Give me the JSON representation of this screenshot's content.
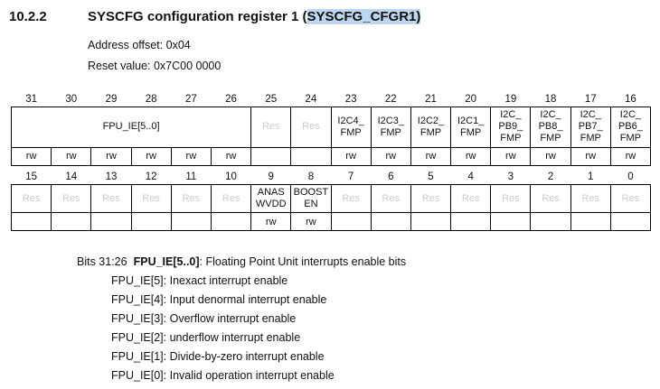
{
  "page": {
    "section_number": "10.2.2",
    "title_prefix": "SYSCFG configuration register 1 (",
    "title_highlighted": "SYSCFG_CFGR1)",
    "address_offset": "Address offset: 0x04",
    "reset_value": "Reset value: 0x7C00 0000"
  },
  "colors": {
    "highlight_background": "#bed7f0",
    "reserved_text": "#cccccc",
    "table_border": "#000000",
    "text": "#111111"
  },
  "register_tables": [
    {
      "name": "bits-31-16",
      "bits": [
        "31",
        "30",
        "29",
        "28",
        "27",
        "26",
        "25",
        "24",
        "23",
        "22",
        "21",
        "20",
        "19",
        "18",
        "17",
        "16"
      ],
      "fields": [
        {
          "label": "FPU_IE[5..0]",
          "span": 6,
          "reserved": false
        },
        {
          "label": "Res",
          "span": 1,
          "reserved": true
        },
        {
          "label": "Res",
          "span": 1,
          "reserved": true
        },
        {
          "label": "I2C4_\nFMP",
          "span": 1,
          "reserved": false
        },
        {
          "label": "I2C3_\nFMP",
          "span": 1,
          "reserved": false
        },
        {
          "label": "I2C2_\nFMP",
          "span": 1,
          "reserved": false
        },
        {
          "label": "I2C1_\nFMP",
          "span": 1,
          "reserved": false
        },
        {
          "label": "I2C_\nPB9_\nFMP",
          "span": 1,
          "reserved": false
        },
        {
          "label": "I2C_\nPB8_\nFMP",
          "span": 1,
          "reserved": false
        },
        {
          "label": "I2C_\nPB7_\nFMP",
          "span": 1,
          "reserved": false
        },
        {
          "label": "I2C_\nPB6_\nFMP",
          "span": 1,
          "reserved": false
        }
      ],
      "access": [
        "rw",
        "rw",
        "rw",
        "rw",
        "rw",
        "rw",
        "",
        "",
        "rw",
        "rw",
        "rw",
        "rw",
        "rw",
        "rw",
        "rw",
        "rw"
      ]
    },
    {
      "name": "bits-15-0",
      "bits": [
        "15",
        "14",
        "13",
        "12",
        "11",
        "10",
        "9",
        "8",
        "7",
        "6",
        "5",
        "4",
        "3",
        "2",
        "1",
        "0"
      ],
      "fields": [
        {
          "label": "Res",
          "span": 1,
          "reserved": true
        },
        {
          "label": "Res",
          "span": 1,
          "reserved": true
        },
        {
          "label": "Res",
          "span": 1,
          "reserved": true
        },
        {
          "label": "Res",
          "span": 1,
          "reserved": true
        },
        {
          "label": "Res",
          "span": 1,
          "reserved": true
        },
        {
          "label": "Res",
          "span": 1,
          "reserved": true
        },
        {
          "label": "ANAS\nWVDD",
          "span": 1,
          "reserved": false
        },
        {
          "label": "BOOST\nEN",
          "span": 1,
          "reserved": false
        },
        {
          "label": "Res",
          "span": 1,
          "reserved": true
        },
        {
          "label": "Res",
          "span": 1,
          "reserved": true
        },
        {
          "label": "Res",
          "span": 1,
          "reserved": true
        },
        {
          "label": "Res",
          "span": 1,
          "reserved": true
        },
        {
          "label": "Res",
          "span": 1,
          "reserved": true
        },
        {
          "label": "Res",
          "span": 1,
          "reserved": true
        },
        {
          "label": "Res",
          "span": 1,
          "reserved": true
        },
        {
          "label": "Res",
          "span": 1,
          "reserved": true
        }
      ],
      "access": [
        "",
        "",
        "",
        "",
        "",
        "",
        "rw",
        "rw",
        "",
        "",
        "",
        "",
        "",
        "",
        "",
        ""
      ]
    }
  ],
  "description": {
    "bits_label": "Bits 31:26",
    "field_name": "FPU_IE[5..0]",
    "field_summary": ": Floating Point Unit interrupts enable bits",
    "sub_lines": [
      "FPU_IE[5]: Inexact interrupt enable",
      "FPU_IE[4]: Input denormal interrupt enable",
      "FPU_IE[3]: Overflow interrupt enable",
      "FPU_IE[2]: underflow interrupt enable",
      "FPU_IE[1]: Divide-by-zero interrupt enable",
      "FPU_IE[0]: Invalid operation interrupt enable"
    ]
  }
}
